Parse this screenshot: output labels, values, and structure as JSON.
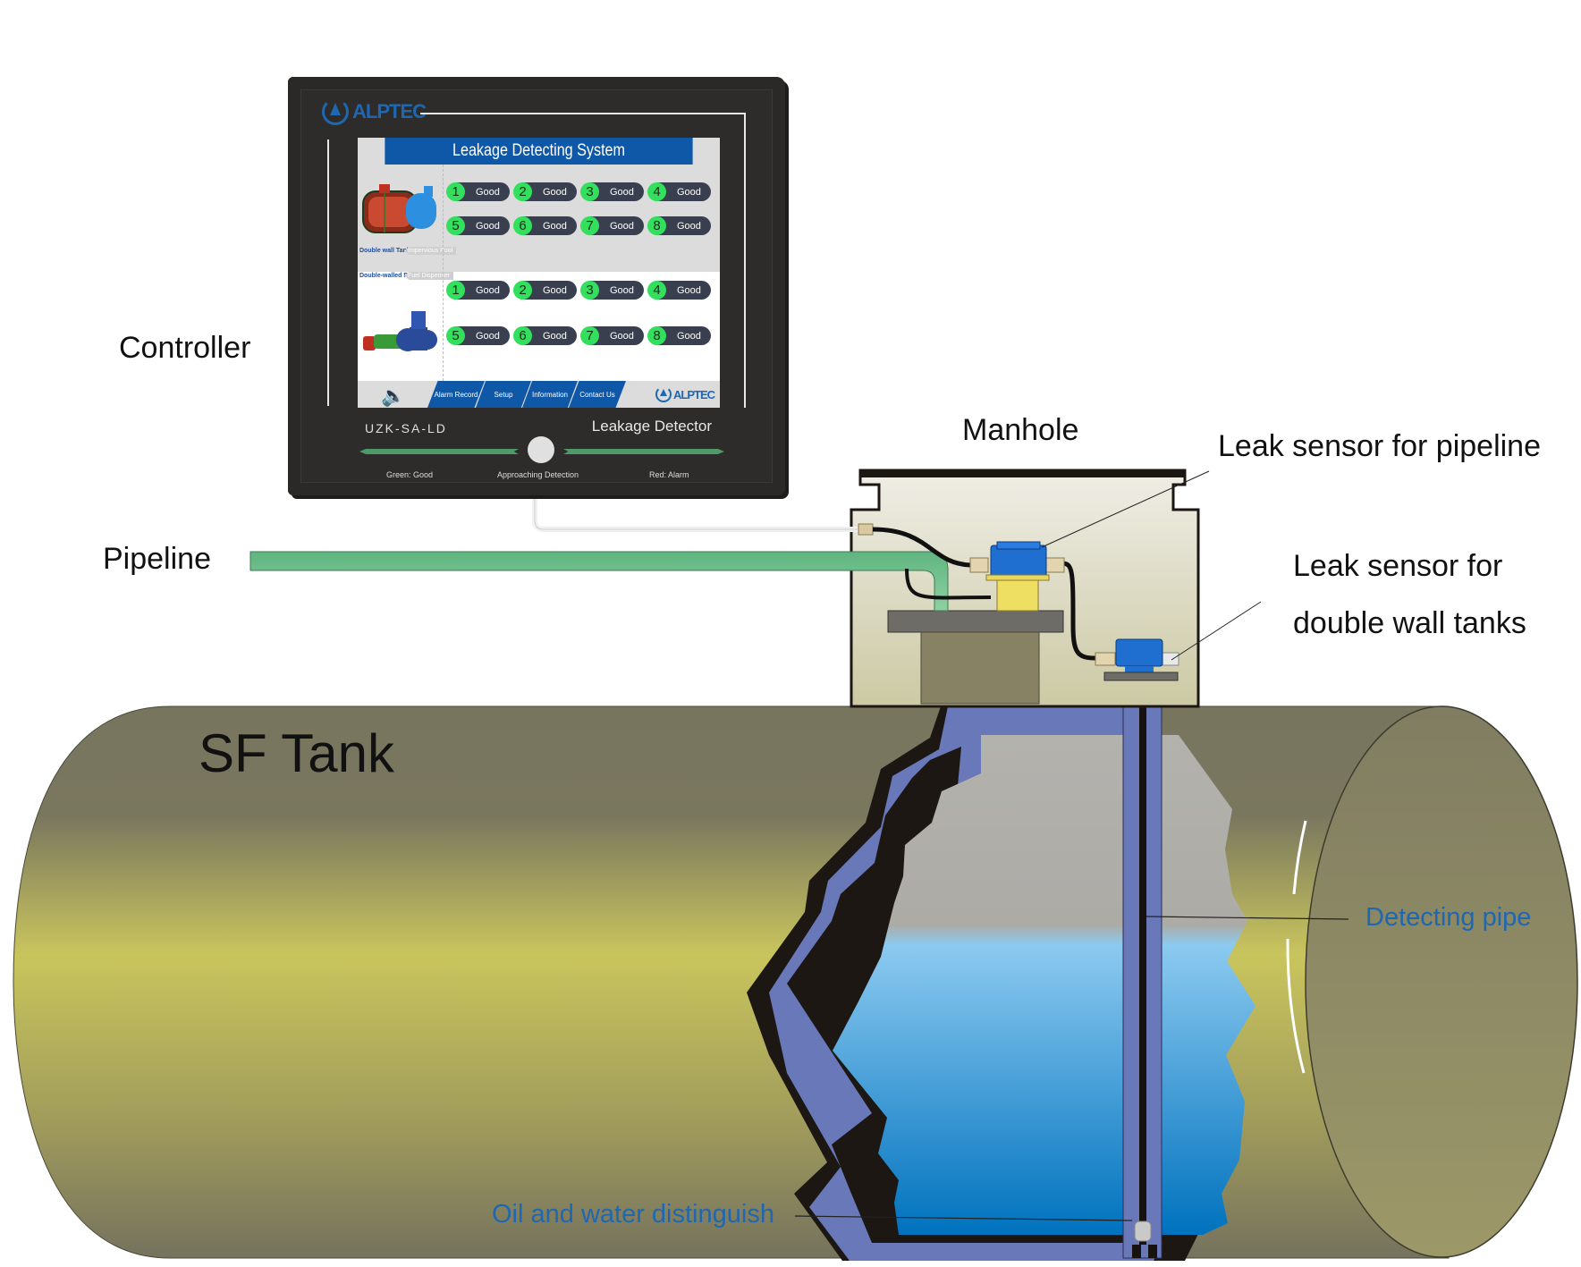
{
  "labels": {
    "controller": "Controller",
    "pipeline": "Pipeline",
    "manhole": "Manhole",
    "leak_sensor_pipeline": "Leak sensor for pipeline",
    "leak_sensor_tank_line1": "Leak sensor for",
    "leak_sensor_tank_line2": "double wall tanks",
    "sf_tank": "SF Tank",
    "detecting_pipe": "Detecting pipe",
    "oil_water": "Oil and water distinguish"
  },
  "controller": {
    "brand": "ALPTEC",
    "screen_title": "Leakage Detecting System",
    "model": "UZK-SA-LD",
    "product_name": "Leakage Detector",
    "indicator_legend": {
      "left": "Green: Good",
      "center": "Approaching Detection",
      "right": "Red: Alarm"
    },
    "section_tabs": {
      "tab1_active": "Double wall Tank",
      "tab1_inactive": "Impervious Pool",
      "tab2_active": "Double-walled Pipe",
      "tab2_inactive": "Fuel Dispenser"
    },
    "tank_channels": [
      {
        "num": "1",
        "status": "Good"
      },
      {
        "num": "2",
        "status": "Good"
      },
      {
        "num": "3",
        "status": "Good"
      },
      {
        "num": "4",
        "status": "Good"
      },
      {
        "num": "5",
        "status": "Good"
      },
      {
        "num": "6",
        "status": "Good"
      },
      {
        "num": "7",
        "status": "Good"
      },
      {
        "num": "8",
        "status": "Good"
      }
    ],
    "pipe_channels": [
      {
        "num": "1",
        "status": "Good"
      },
      {
        "num": "2",
        "status": "Good"
      },
      {
        "num": "3",
        "status": "Good"
      },
      {
        "num": "4",
        "status": "Good"
      },
      {
        "num": "5",
        "status": "Good"
      },
      {
        "num": "6",
        "status": "Good"
      },
      {
        "num": "7",
        "status": "Good"
      },
      {
        "num": "8",
        "status": "Good"
      }
    ],
    "nav": [
      "Alarm Record",
      "Setup",
      "Information",
      "Contact Us"
    ],
    "speaker_icon": "speaker-icon"
  },
  "colors": {
    "brand_blue": "#0f58a8",
    "status_good": "#33e05e",
    "label_blue": "#1f67b1"
  }
}
